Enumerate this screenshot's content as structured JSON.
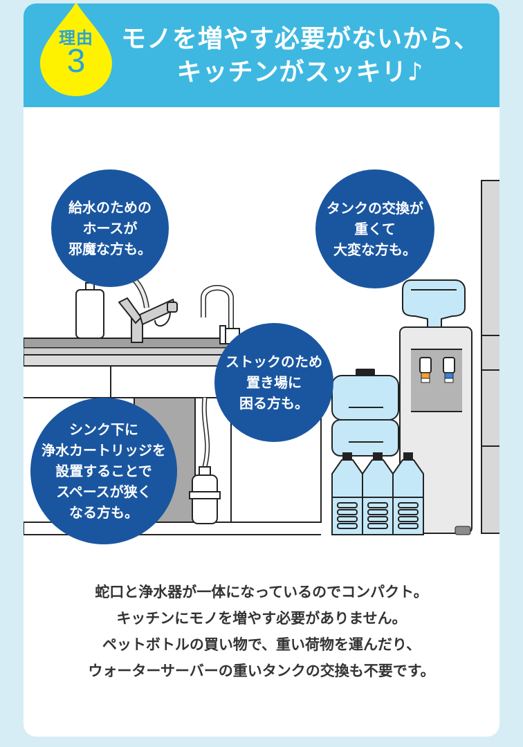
{
  "header": {
    "badge_label": "理由",
    "badge_number": "3",
    "title_lines": [
      "モノを増やす必要がないから、",
      "キッチンがスッキリ♪"
    ]
  },
  "bubbles": {
    "hose": [
      "給水のための",
      "ホースが",
      "邪魔な方も。"
    ],
    "tank": [
      "タンクの交換が",
      "重くて",
      "大変な方も。"
    ],
    "stock": [
      "ストックのため",
      "置き場に",
      "困る方も。"
    ],
    "cartridge": [
      "シンク下に",
      "浄水カートリッジを",
      "設置することで",
      "スペースが狭く",
      "なる方も。"
    ]
  },
  "description": [
    "蛇口と浄水器が一体になっているのでコンパクト。",
    "キッチンにモノを増やす必要がありません。",
    "ペットボトルの買い物で、重い荷物を運んだり、",
    "ウォーターサーバーの重いタンクの交換も不要です。"
  ],
  "colors": {
    "page_bg": "#d6edf6",
    "header_bg": "#3eb8e0",
    "badge_yellow": "#fff200",
    "bubble_blue": "#1a56a0",
    "water_blue": "#c4e8f8",
    "hot_tap": "#f0a030",
    "cold_tap": "#3a7fd8"
  }
}
